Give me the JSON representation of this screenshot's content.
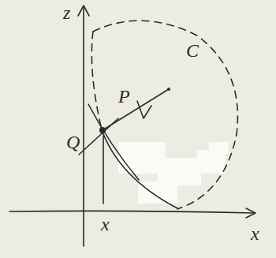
{
  "diagram": {
    "labels": [
      "z",
      "C",
      "P",
      "Q",
      "x",
      "x"
    ]
  }
}
